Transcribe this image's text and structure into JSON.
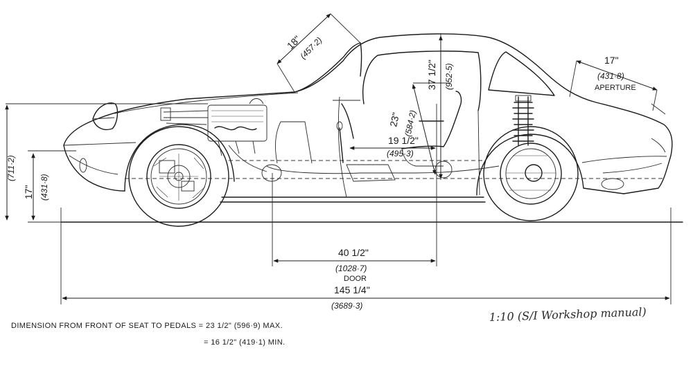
{
  "dimensions": {
    "windscreen": {
      "imperial": "18\"",
      "metric": "(457·2)"
    },
    "roof_height": {
      "imperial": "37 1/2\"",
      "metric": "(952·5)"
    },
    "rear_aperture": {
      "imperial": "17\"",
      "metric": "(431·8)",
      "label": "APERTURE"
    },
    "seat_back": {
      "imperial": "23\"",
      "metric": "(584·2)"
    },
    "seat_length": {
      "imperial": "19 1/2\"",
      "metric": "(495·3)"
    },
    "sill_height_metric": "(711·2)",
    "wheel_height": {
      "imperial": "17\"",
      "metric": "(431·8)"
    },
    "door": {
      "imperial": "40 1/2\"",
      "metric": "(1028·7)",
      "label": "DOOR"
    },
    "overall": {
      "imperial": "145 1/4\"",
      "metric": "(3689·3)"
    }
  },
  "notes": {
    "pedals_line1": "DIMENSION  FROM FRONT OF SEAT TO PEDALS = 23 1/2\" (596·9) MAX.",
    "pedals_line2": "= 16 1/2\" (419·1) MIN.",
    "handwritten": "1:10  (S/I Workshop manual)"
  }
}
